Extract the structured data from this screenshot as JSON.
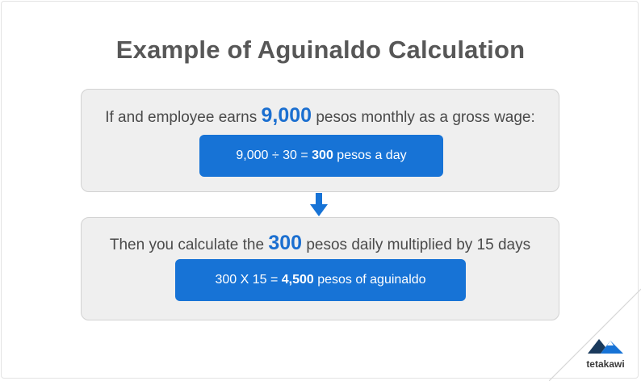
{
  "title": "Example of Aguinaldo Calculation",
  "step1": {
    "text_before": "If and employee earns ",
    "highlight": "9,000",
    "text_after": " pesos monthly as a gross wage:",
    "formula_prefix": "9,000 ÷ 30 = ",
    "formula_result": "300",
    "formula_suffix": " pesos a day"
  },
  "step2": {
    "text_before": "Then you calculate the ",
    "highlight": "300",
    "text_after": " pesos daily multiplied by 15 days",
    "formula_prefix": "300 X 15 = ",
    "formula_result": "4,500",
    "formula_suffix": " pesos of aguinaldo"
  },
  "brand": {
    "name": "tetakawi",
    "logo_icon": "mountain-logo-icon"
  },
  "colors": {
    "accent": "#1773d6",
    "highlight_text": "#1b6fd0",
    "title": "#575757",
    "card_bg": "#efefef",
    "logo_dark": "#1a3a5c"
  },
  "icons": {
    "arrow": "arrow-down-icon"
  }
}
